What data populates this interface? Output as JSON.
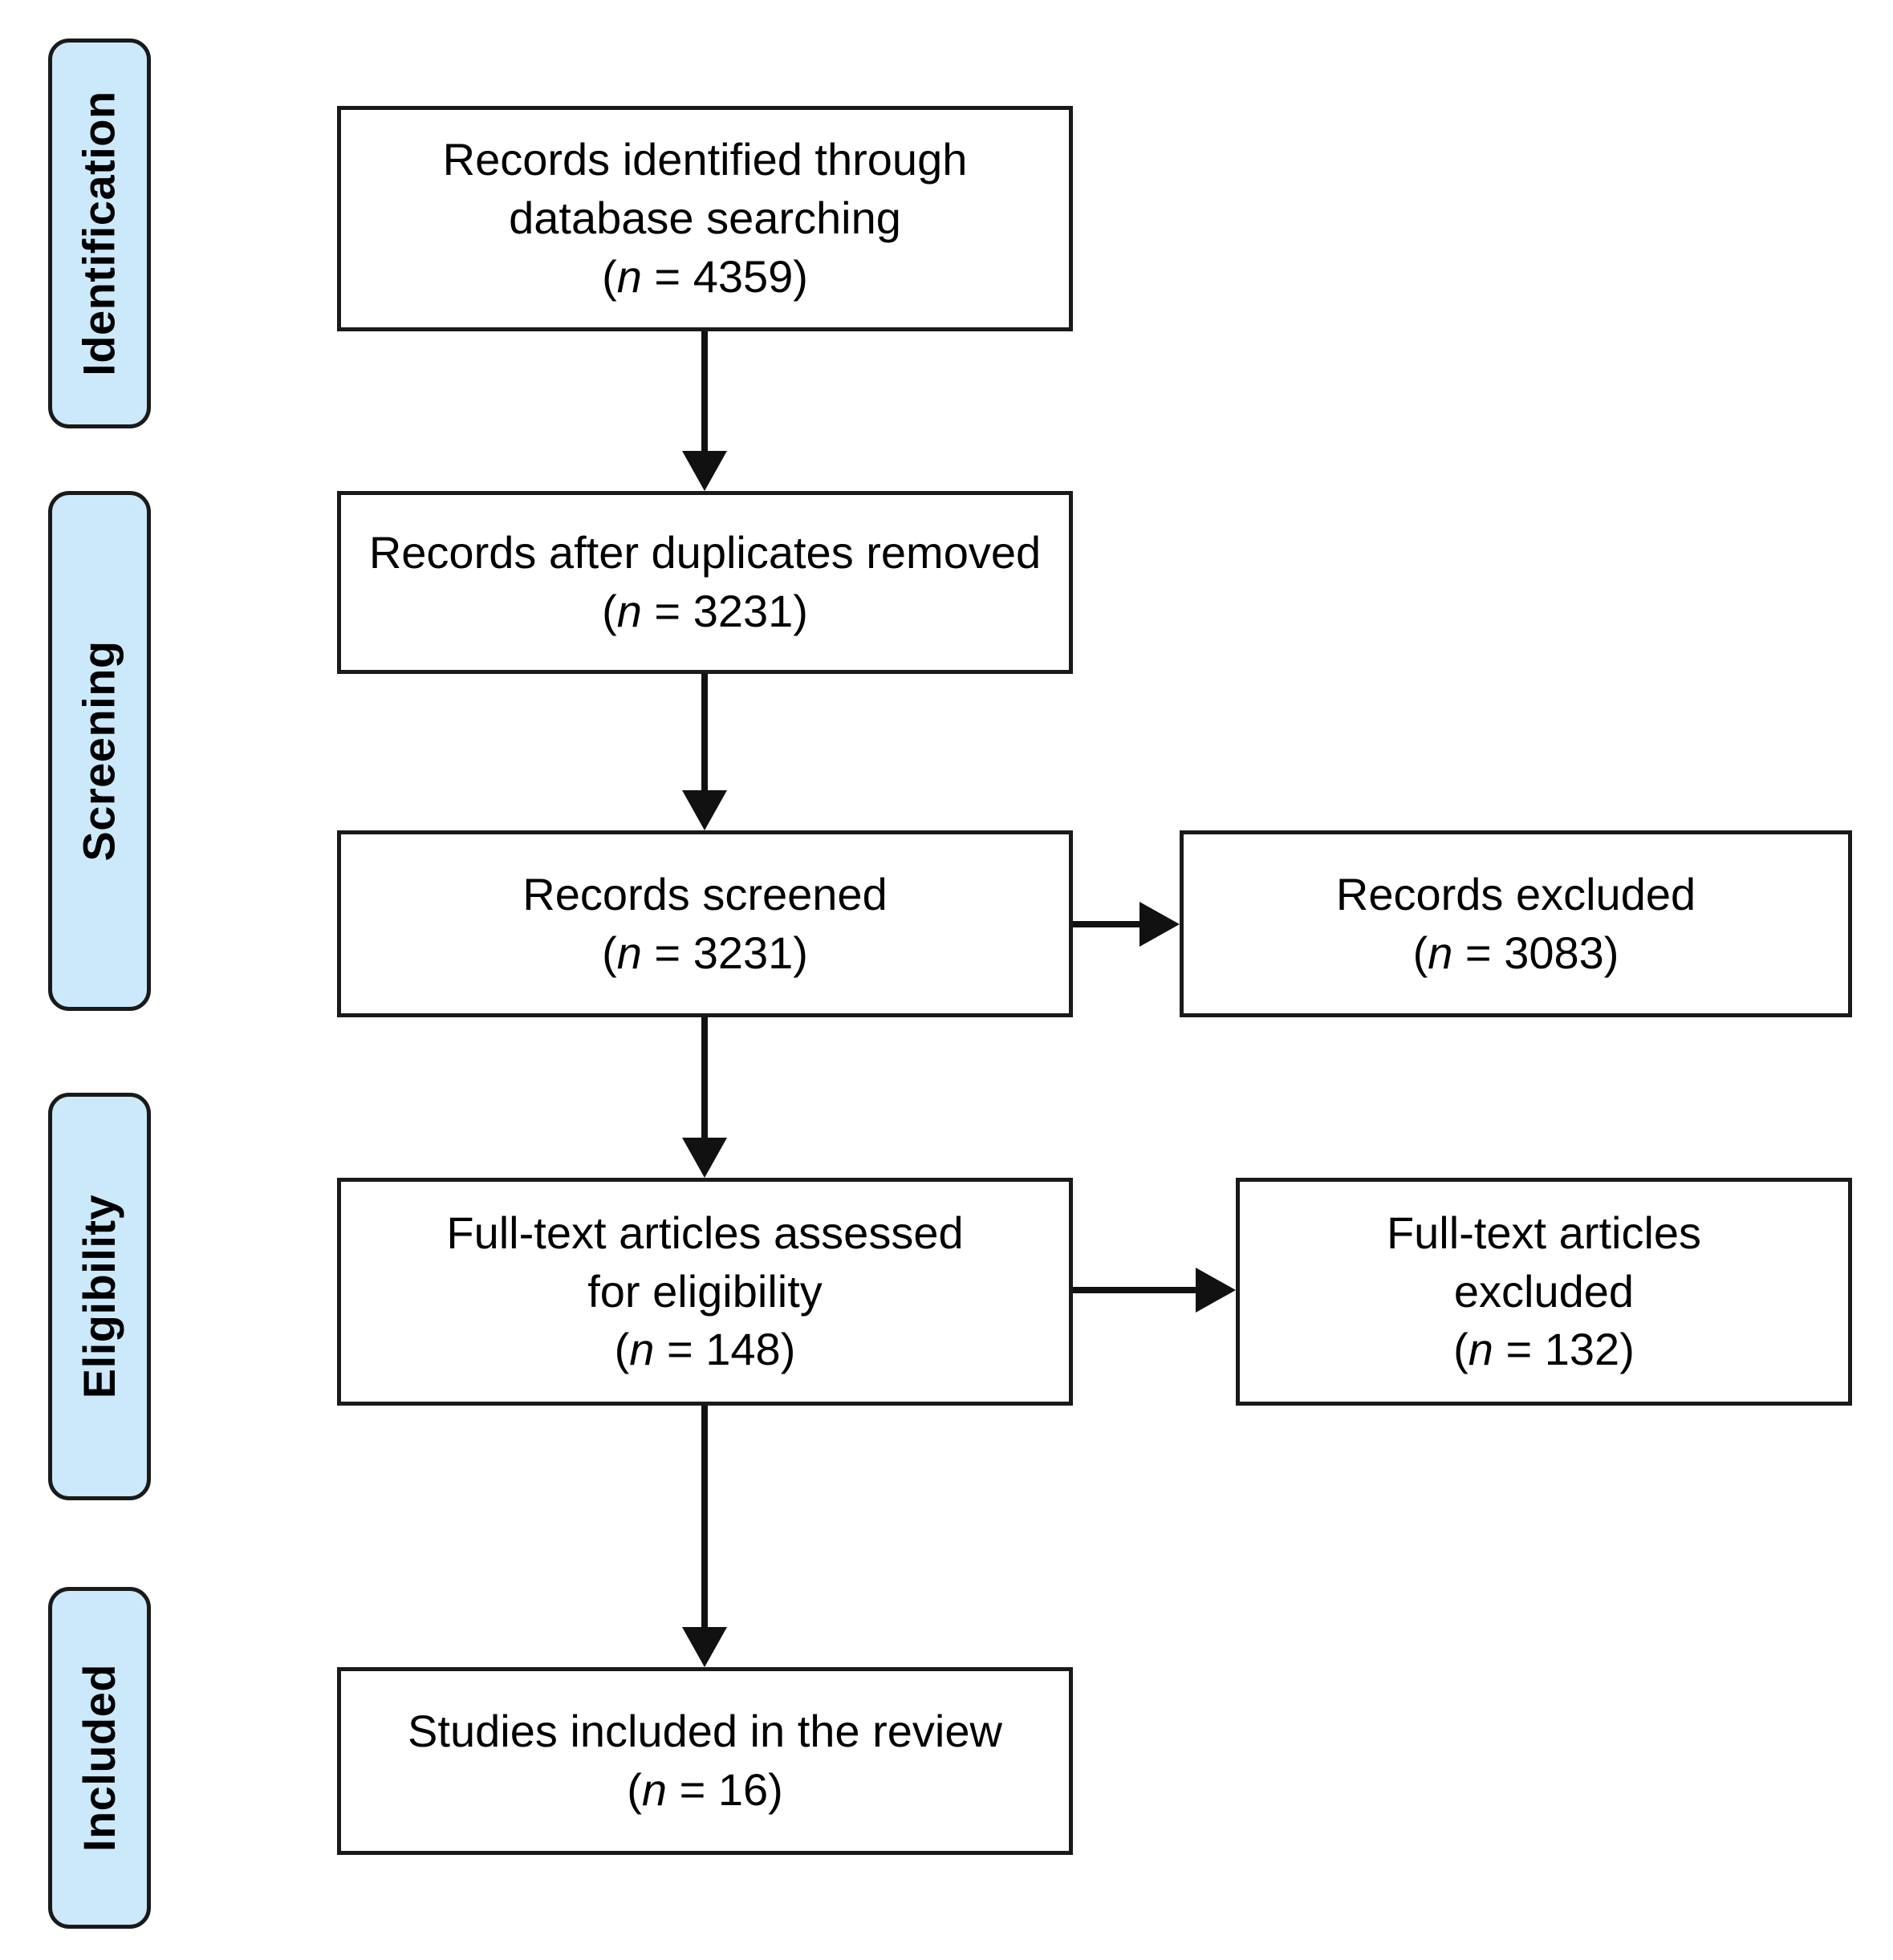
{
  "diagram": {
    "type": "prisma-flow-diagram",
    "accent_color": "#cce9fb",
    "border_color": "#1a1a1a",
    "text_color": "#000000",
    "stages": [
      {
        "id": "identification",
        "label": "Identification"
      },
      {
        "id": "screening",
        "label": "Screening"
      },
      {
        "id": "eligibility",
        "label": "Eligibility"
      },
      {
        "id": "included",
        "label": "Included"
      }
    ],
    "boxes": [
      {
        "id": "records-identified",
        "line1": "Records identified through",
        "line2": "database searching",
        "n_prefix": "(",
        "n_symbol": "n",
        "n_equals": " = ",
        "n_value": "4359",
        "n_suffix": ")"
      },
      {
        "id": "records-after-duplicates",
        "line1": "Records after duplicates removed",
        "line2": "",
        "n_prefix": "(",
        "n_symbol": "n",
        "n_equals": " = ",
        "n_value": "3231",
        "n_suffix": ")"
      },
      {
        "id": "records-screened",
        "line1": "Records screened",
        "line2": "",
        "n_prefix": "(",
        "n_symbol": "n",
        "n_equals": " = ",
        "n_value": "3231",
        "n_suffix": ")"
      },
      {
        "id": "records-excluded",
        "line1": "Records excluded",
        "line2": "",
        "n_prefix": "(",
        "n_symbol": "n",
        "n_equals": " = ",
        "n_value": "3083",
        "n_suffix": ")"
      },
      {
        "id": "fulltext-assessed",
        "line1": "Full-text articles assessed",
        "line2": "for eligibility",
        "n_prefix": "(",
        "n_symbol": "n",
        "n_equals": " = ",
        "n_value": "148",
        "n_suffix": ")"
      },
      {
        "id": "fulltext-excluded",
        "line1": "Full-text articles",
        "line2": "excluded",
        "n_prefix": "(",
        "n_symbol": "n",
        "n_equals": " = ",
        "n_value": "132",
        "n_suffix": ")"
      },
      {
        "id": "studies-included",
        "line1": "Studies included in the review",
        "line2": "",
        "n_prefix": "(",
        "n_symbol": "n",
        "n_equals": " = ",
        "n_value": "16",
        "n_suffix": ")"
      }
    ],
    "chart_data": {
      "type": "diagram-flow",
      "title": "PRISMA flow diagram",
      "nodes": [
        {
          "id": "records-identified",
          "stage": "Identification",
          "label": "Records identified through database searching",
          "n": 4359
        },
        {
          "id": "records-after-duplicates",
          "stage": "Screening",
          "label": "Records after duplicates removed",
          "n": 3231
        },
        {
          "id": "records-screened",
          "stage": "Screening",
          "label": "Records screened",
          "n": 3231
        },
        {
          "id": "records-excluded",
          "stage": "Screening",
          "label": "Records excluded",
          "n": 3083
        },
        {
          "id": "fulltext-assessed",
          "stage": "Eligibility",
          "label": "Full-text articles assessed for eligibility",
          "n": 148
        },
        {
          "id": "fulltext-excluded",
          "stage": "Eligibility",
          "label": "Full-text articles excluded",
          "n": 132
        },
        {
          "id": "studies-included",
          "stage": "Included",
          "label": "Studies included in the review",
          "n": 16
        }
      ],
      "edges": [
        {
          "from": "records-identified",
          "to": "records-after-duplicates",
          "direction": "down"
        },
        {
          "from": "records-after-duplicates",
          "to": "records-screened",
          "direction": "down"
        },
        {
          "from": "records-screened",
          "to": "records-excluded",
          "direction": "right"
        },
        {
          "from": "records-screened",
          "to": "fulltext-assessed",
          "direction": "down"
        },
        {
          "from": "fulltext-assessed",
          "to": "fulltext-excluded",
          "direction": "right"
        },
        {
          "from": "fulltext-assessed",
          "to": "studies-included",
          "direction": "down"
        }
      ]
    }
  }
}
